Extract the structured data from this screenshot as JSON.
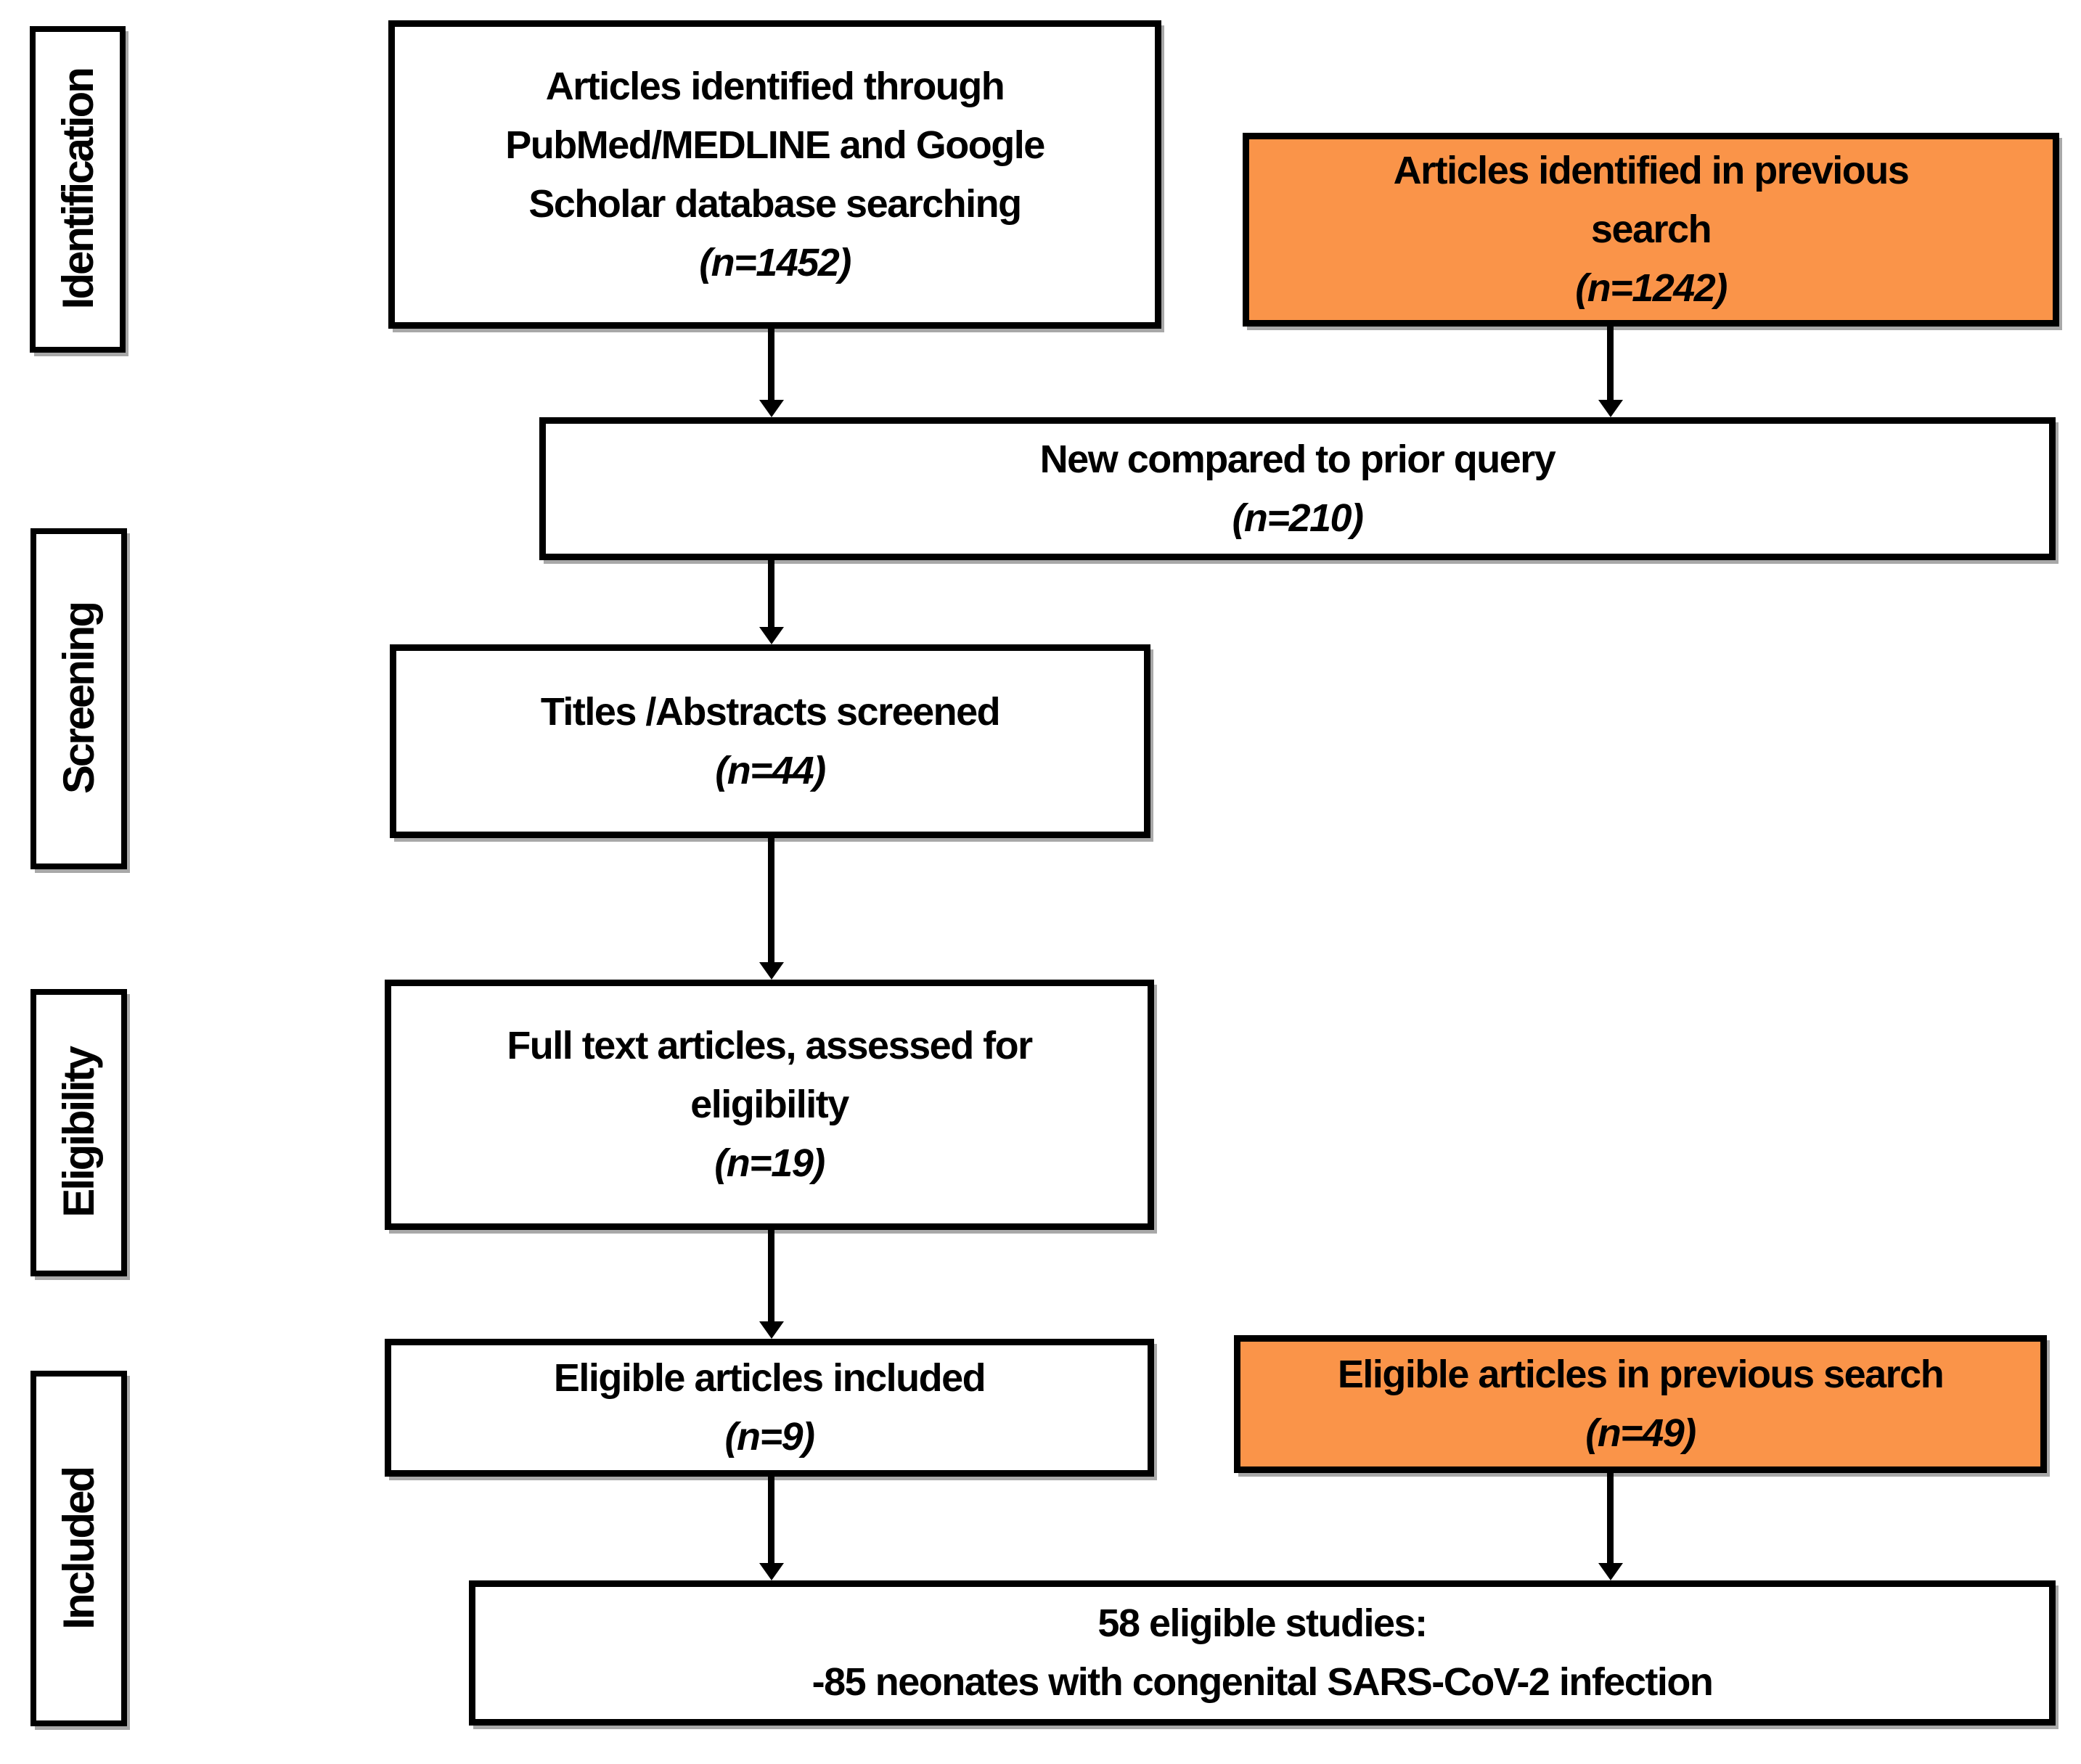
{
  "colors": {
    "highlight": "#FA9449",
    "box_border": "#000000",
    "shadow": "#A8A8A8"
  },
  "stages": [
    {
      "label": "Identification"
    },
    {
      "label": "Screening"
    },
    {
      "label": "Eligibility"
    },
    {
      "label": "Included"
    }
  ],
  "boxes": {
    "identified_new": {
      "text": "Articles identified through\nPubMed/MEDLINE and Google\nScholar database searching",
      "n": "(n=1452)"
    },
    "identified_previous": {
      "text": "Articles identified in previous\nsearch",
      "n": "(n=1242)"
    },
    "new_vs_prior": {
      "text": "New compared to prior query",
      "n": "(n=210)"
    },
    "titles_screened": {
      "text": "Titles /Abstracts screened",
      "n": "(n=44)"
    },
    "fulltext_assessed": {
      "text": "Full text articles, assessed for\neligibility",
      "n": "(n=19)"
    },
    "eligible_included": {
      "text": "Eligible articles included",
      "n": "(n=9)"
    },
    "eligible_previous": {
      "text": "Eligible articles in previous search",
      "n": "(n=49)"
    },
    "total": {
      "text": "58 eligible studies:\n-85 neonates with congenital SARS-CoV-2 infection",
      "n": ""
    }
  },
  "edges": [
    {
      "from": "identified_new",
      "to": "new_vs_prior"
    },
    {
      "from": "identified_previous",
      "to": "new_vs_prior"
    },
    {
      "from": "new_vs_prior",
      "to": "titles_screened"
    },
    {
      "from": "titles_screened",
      "to": "fulltext_assessed"
    },
    {
      "from": "fulltext_assessed",
      "to": "eligible_included"
    },
    {
      "from": "eligible_included",
      "to": "total"
    },
    {
      "from": "eligible_previous",
      "to": "total"
    }
  ]
}
